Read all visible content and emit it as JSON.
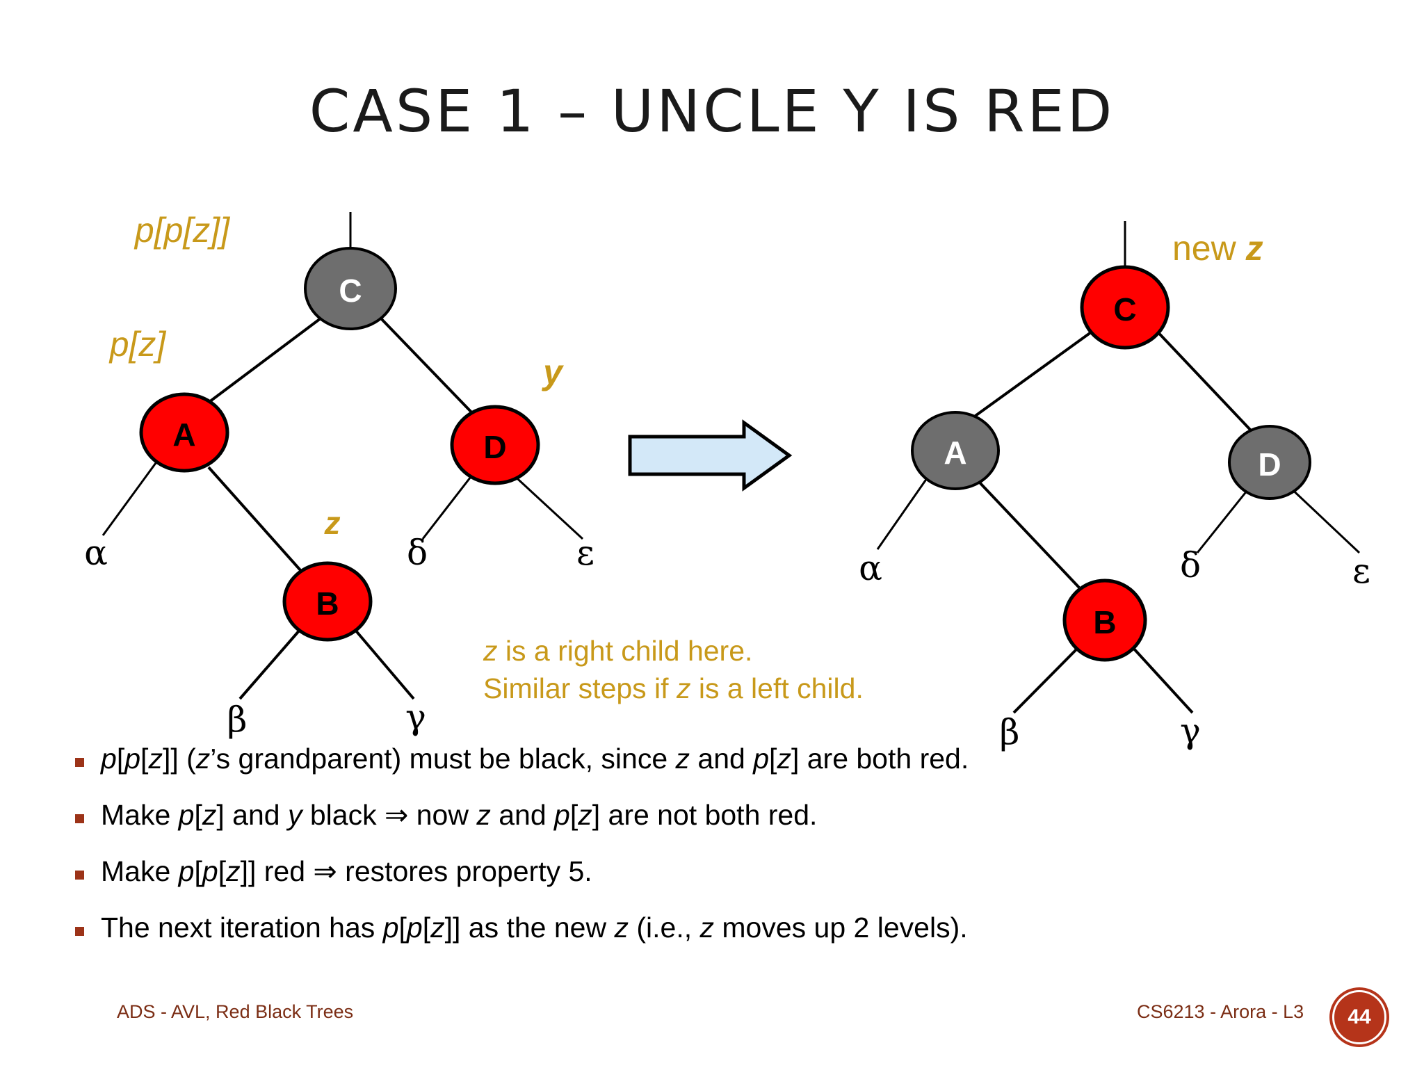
{
  "title": "CASE 1 – UNCLE Y IS RED",
  "colors": {
    "red_node": "#FF0000",
    "black_node": "#6E6E6E",
    "gold_label": "#C8991A",
    "arrow_fill": "#D3E8F8",
    "arrow_stroke": "#000000",
    "bullet_marker": "#9C3318",
    "footer_text": "#7B2D14",
    "badge": "#B5341A"
  },
  "left_tree": {
    "caption_labels": {
      "grandparent": "p[p[z]]",
      "parent": "p[z]",
      "uncle": "y",
      "node_z": "z"
    },
    "nodes": [
      {
        "id": "C",
        "label": "C",
        "color": "black",
        "text_color": "#FFFFFF"
      },
      {
        "id": "A",
        "label": "A",
        "color": "red",
        "text_color": "#000000"
      },
      {
        "id": "D",
        "label": "D",
        "color": "red",
        "text_color": "#000000"
      },
      {
        "id": "B",
        "label": "B",
        "color": "red",
        "text_color": "#000000"
      }
    ],
    "leaves": [
      "α",
      "β",
      "γ",
      "δ",
      "ε"
    ]
  },
  "right_tree": {
    "caption_labels": {
      "new_z_prefix": "new ",
      "new_z_var": "z"
    },
    "nodes": [
      {
        "id": "C",
        "label": "C",
        "color": "red",
        "text_color": "#000000"
      },
      {
        "id": "A",
        "label": "A",
        "color": "black",
        "text_color": "#FFFFFF"
      },
      {
        "id": "D",
        "label": "D",
        "color": "black",
        "text_color": "#FFFFFF"
      },
      {
        "id": "B",
        "label": "B",
        "color": "red",
        "text_color": "#000000"
      }
    ],
    "leaves": [
      "α",
      "β",
      "γ",
      "δ",
      "ε"
    ]
  },
  "note": {
    "line1_a": "z",
    "line1_b": " is a right child here.",
    "line2_a": "Similar steps if ",
    "line2_b": "z",
    "line2_c": " is a left child."
  },
  "bullets": [
    {
      "parts": [
        {
          "t": "p",
          "i": true
        },
        {
          "t": "[",
          "i": false
        },
        {
          "t": "p",
          "i": true
        },
        {
          "t": "[",
          "i": false
        },
        {
          "t": "z",
          "i": true
        },
        {
          "t": "]] (",
          "i": false
        },
        {
          "t": "z",
          "i": true
        },
        {
          "t": "’s grandparent) must be black, since ",
          "i": false
        },
        {
          "t": "z",
          "i": true
        },
        {
          "t": " and ",
          "i": false
        },
        {
          "t": "p",
          "i": true
        },
        {
          "t": "[",
          "i": false
        },
        {
          "t": "z",
          "i": true
        },
        {
          "t": "] are both red.",
          "i": false
        }
      ]
    },
    {
      "parts": [
        {
          "t": "Make ",
          "i": false
        },
        {
          "t": "p",
          "i": true
        },
        {
          "t": "[",
          "i": false
        },
        {
          "t": "z",
          "i": true
        },
        {
          "t": "] and ",
          "i": false
        },
        {
          "t": "y",
          "i": true
        },
        {
          "t": " black ⇒ now ",
          "i": false
        },
        {
          "t": "z",
          "i": true
        },
        {
          "t": " and ",
          "i": false
        },
        {
          "t": "p",
          "i": true
        },
        {
          "t": "[",
          "i": false
        },
        {
          "t": "z",
          "i": true
        },
        {
          "t": "] are not both red.",
          "i": false
        }
      ]
    },
    {
      "parts": [
        {
          "t": "Make ",
          "i": false
        },
        {
          "t": "p",
          "i": true
        },
        {
          "t": "[",
          "i": false
        },
        {
          "t": "p",
          "i": true
        },
        {
          "t": "[",
          "i": false
        },
        {
          "t": "z",
          "i": true
        },
        {
          "t": "]] red ⇒ restores property 5.",
          "i": false
        }
      ]
    },
    {
      "parts": [
        {
          "t": "The next iteration has ",
          "i": false
        },
        {
          "t": "p",
          "i": true
        },
        {
          "t": "[",
          "i": false
        },
        {
          "t": "p",
          "i": true
        },
        {
          "t": "[",
          "i": false
        },
        {
          "t": "z",
          "i": true
        },
        {
          "t": "]] as the new ",
          "i": false
        },
        {
          "t": "z",
          "i": true
        },
        {
          "t": " (i.e., ",
          "i": false
        },
        {
          "t": "z",
          "i": true
        },
        {
          "t": " moves up 2 levels).",
          "i": false
        }
      ]
    }
  ],
  "footer": {
    "left": "ADS - AVL, Red Black Trees",
    "right": "CS6213 - Arora - L3",
    "page": "44"
  }
}
